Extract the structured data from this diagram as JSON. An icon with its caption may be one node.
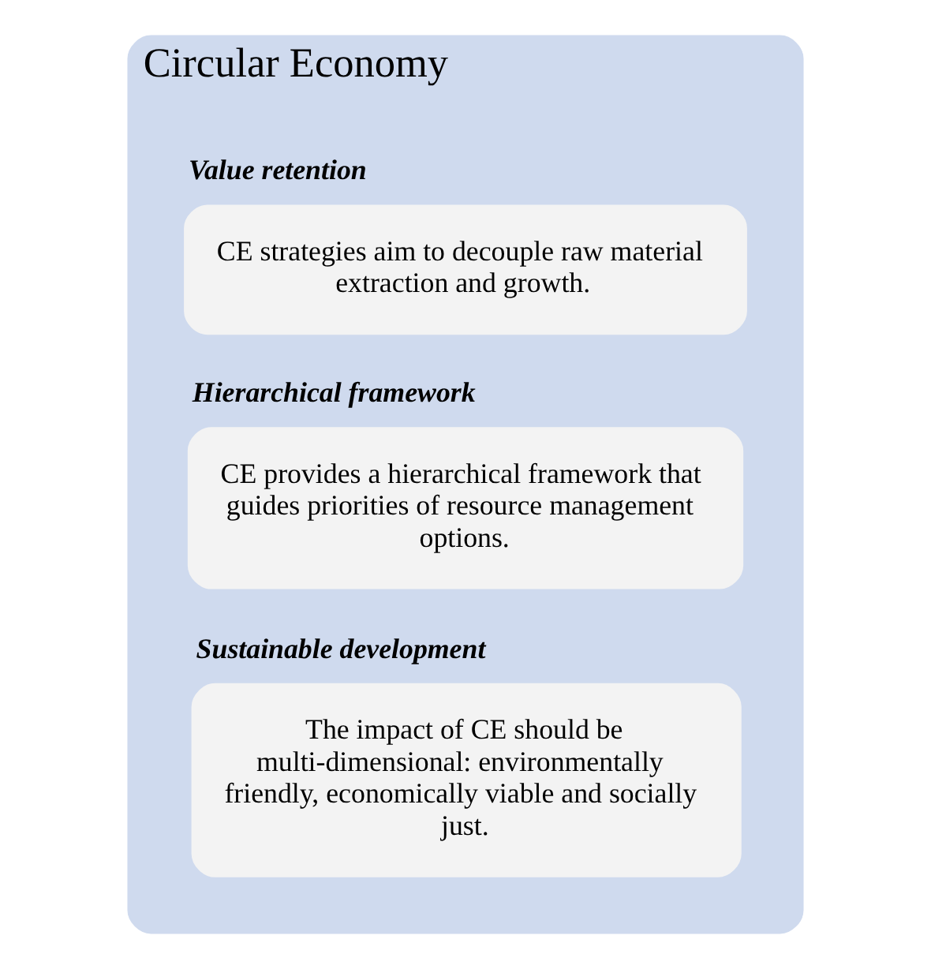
{
  "diagram": {
    "nodes": [
      {
        "text": [
          "Circular Economy"
        ]
      },
      {
        "text": [
          "Value retention",
          "CE strategies aim to decouple raw material extraction and growth."
        ],
        "in": 0
      },
      {
        "text": [
          "Hierarchical framework",
          "CE provides a hierarchical framework that guides priorities of resource management options."
        ],
        "in": 0
      },
      {
        "text": [
          "Sustainable development",
          "The impact of CE should be multi-dimensional: environmentally friendly, economically viable and socially just."
        ],
        "in": 0
      }
    ]
  }
}
